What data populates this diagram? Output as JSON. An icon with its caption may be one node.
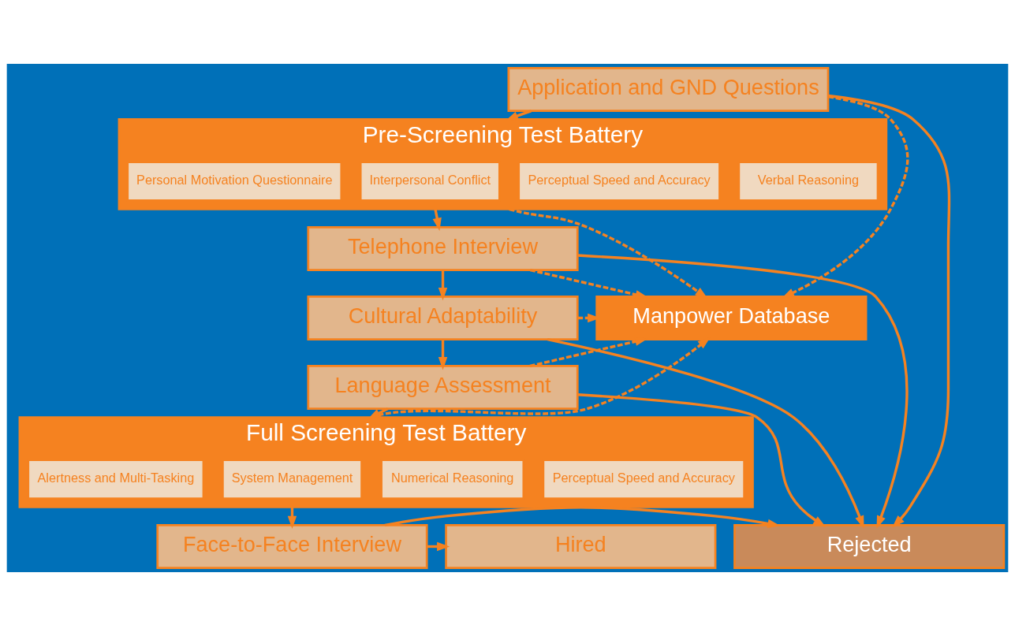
{
  "diagram": {
    "nodes": [
      {
        "text": [
          "Application and GND Questions"
        ]
      },
      {
        "text": [
          "Pre-Screening Test Battery"
        ]
      },
      {
        "text": [
          "Verbal Reasoning"
        ],
        "in": 1
      },
      {
        "text": [
          "Perceptual Speed and Accuracy"
        ],
        "in": 1
      },
      {
        "text": [
          "Interpersonal Conflict"
        ],
        "in": 1
      },
      {
        "text": [
          "Personal Motivation Questionnaire"
        ],
        "in": 1
      },
      {
        "text": [
          "Telephone Interview"
        ]
      },
      {
        "text": [
          "Cultural Adaptability"
        ]
      },
      {
        "text": [
          "Language Assessment"
        ]
      },
      {
        "text": [
          "Full Screening Test Battery"
        ]
      },
      {
        "text": [
          "Perceptual Speed and Accuracy"
        ],
        "in": 9
      },
      {
        "text": [
          "Numerical Reasoning"
        ],
        "in": 9
      },
      {
        "text": [
          "System Management"
        ],
        "in": 9
      },
      {
        "text": [
          "Alertness and Multi-Tasking"
        ],
        "in": 9
      },
      {
        "text": [
          "Manpower Database"
        ]
      },
      {
        "text": [
          "Rejected"
        ]
      },
      {
        "text": [
          "Face-to-Face Interview"
        ]
      },
      {
        "text": [
          "Hired"
        ]
      }
    ],
    "edges": [
      {
        "from": 0,
        "to": 1,
        "arrow": "to"
      },
      {
        "from": 1,
        "to": 6,
        "arrow": "to"
      },
      {
        "from": 6,
        "to": 7,
        "arrow": "to"
      },
      {
        "from": 7,
        "to": 8,
        "arrow": "to"
      },
      {
        "from": 8,
        "to": 9,
        "arrow": "to"
      },
      {
        "from": 9,
        "to": 16,
        "arrow": "to"
      },
      {
        "from": 0,
        "to": 15,
        "arrow": "to"
      },
      {
        "from": 6,
        "to": 15,
        "arrow": "to"
      },
      {
        "from": 7,
        "to": 15,
        "arrow": "to"
      },
      {
        "from": 8,
        "to": 15,
        "arrow": "to"
      },
      {
        "from": 16,
        "to": 15,
        "arrow": "to"
      },
      {
        "from": 16,
        "to": 17,
        "arrow": "to"
      },
      {
        "from": 0,
        "to": 14,
        "arrow": "to",
        "style": "dashed"
      },
      {
        "from": 1,
        "to": 14,
        "arrow": "to",
        "style": "dashed"
      },
      {
        "from": 6,
        "to": 14,
        "arrow": "to",
        "style": "dashed"
      },
      {
        "from": 7,
        "to": 14,
        "arrow": "to",
        "style": "dashed"
      },
      {
        "from": 8,
        "to": 14,
        "arrow": "to",
        "style": "dashed"
      },
      {
        "from": 9,
        "to": 14,
        "arrow": "to",
        "style": "dashed"
      }
    ]
  }
}
